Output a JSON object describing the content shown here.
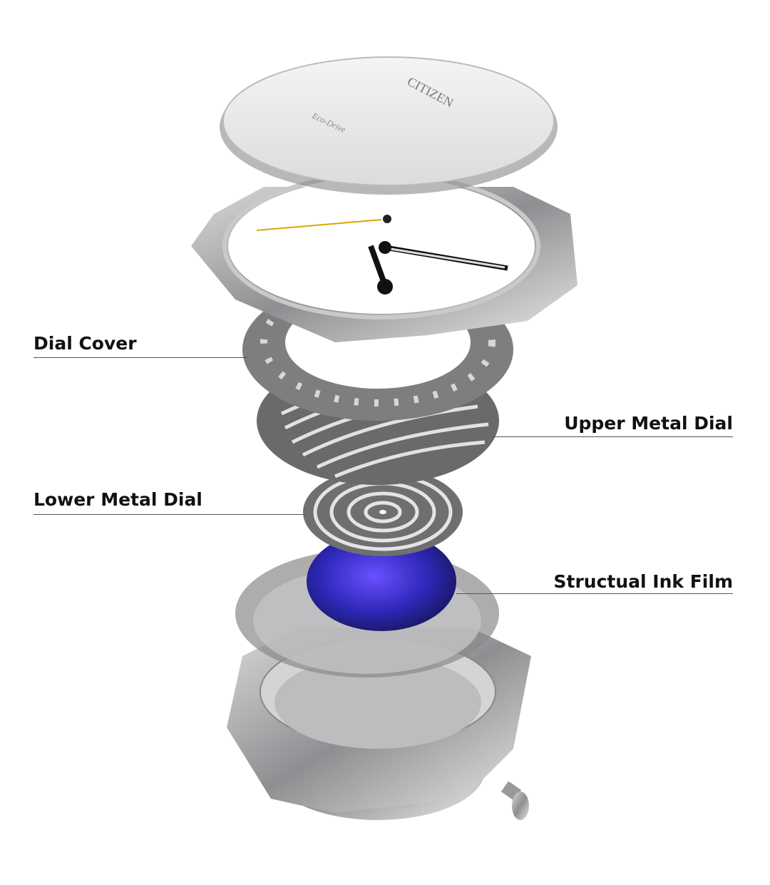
{
  "crystal": {
    "brand": "CITIZEN",
    "model": "Eco-Drive"
  },
  "labels": {
    "dial_cover": "Dial Cover",
    "upper_metal_dial": "Upper Metal Dial",
    "lower_metal_dial": "Lower Metal Dial",
    "ink_film": "Structual Ink Film"
  },
  "colors": {
    "ink_film": "#3a2ad0",
    "metal": "#a9a9ab",
    "second_hand": "#d8a800"
  }
}
